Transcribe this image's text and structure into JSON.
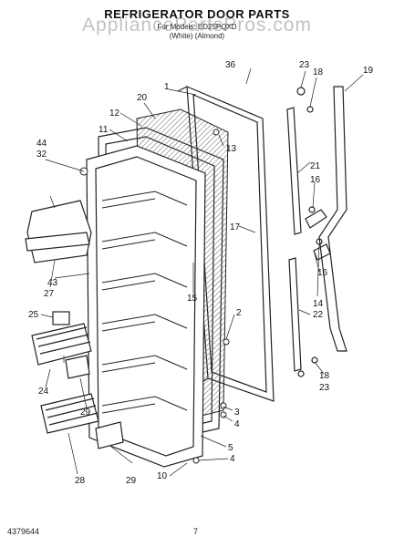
{
  "title": "REFRIGERATOR DOOR PARTS",
  "watermark": "AppliancePartsPros.com",
  "subtitle_model": "For Models: ED25PQXD",
  "subtitle_colors": "(White)     (Almond)",
  "footer_left": "4379644",
  "footer_page": "7",
  "colors": {
    "line": "#222222",
    "hatch": "#555555"
  },
  "callouts": {
    "c1": "1",
    "c2": "2",
    "c3": "3",
    "c4a": "4",
    "c4b": "4",
    "c5": "5",
    "c10": "10",
    "c11": "11",
    "c12": "12",
    "c13": "13",
    "c14": "14",
    "c15": "15",
    "c16a": "16",
    "c16b": "16",
    "c17": "17",
    "c18a": "18",
    "c18b": "18",
    "c19": "19",
    "c20": "20",
    "c21": "21",
    "c22": "22",
    "c23a": "23",
    "c23b": "23",
    "c24": "24",
    "c25": "25",
    "c27": "27",
    "c28": "28",
    "c29a": "29",
    "c29b": "29",
    "c32": "32",
    "c36": "36",
    "c43": "43",
    "c44": "44"
  }
}
